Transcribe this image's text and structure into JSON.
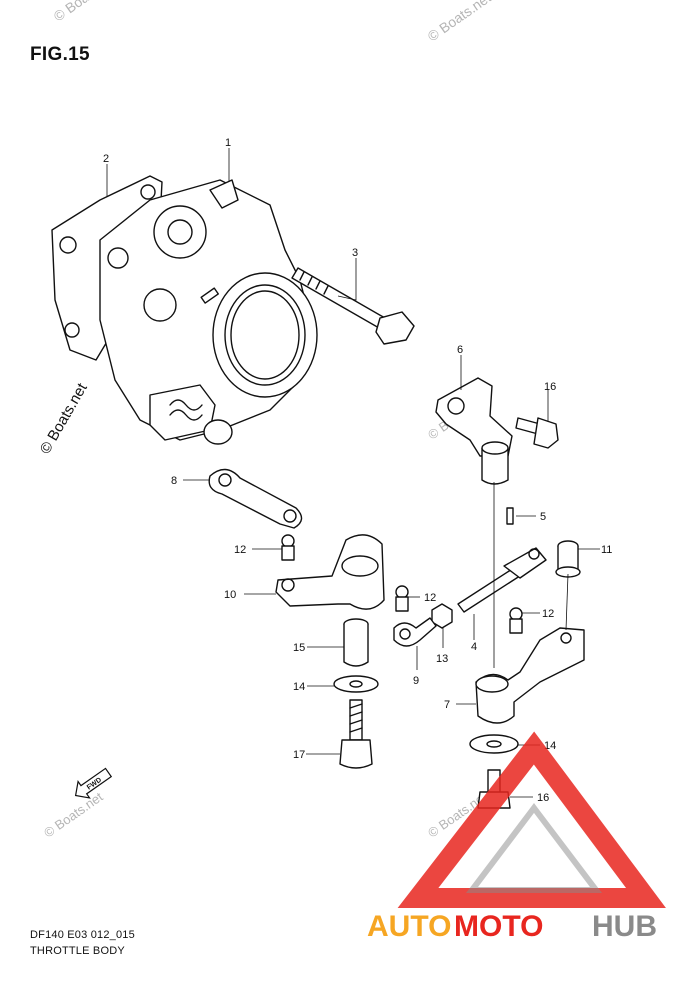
{
  "figure": {
    "title": "FIG.15"
  },
  "footer": {
    "code": "DF140 E03 012_015",
    "name": "THROTTLE BODY"
  },
  "watermark": {
    "text": "© Boats.net"
  },
  "logo": {
    "part1": "AUTO",
    "part2": "MOTO",
    "part3": "HUB"
  },
  "fwd_arrow": {
    "label": "FWD"
  },
  "callouts": [
    "1",
    "2",
    "3",
    "4",
    "5",
    "6",
    "7",
    "8",
    "9",
    "10",
    "11",
    "12",
    "12",
    "12",
    "13",
    "14",
    "14",
    "15",
    "16",
    "16",
    "17"
  ],
  "colors": {
    "logo_red": "#e8261f",
    "logo_orange": "#f6a623",
    "logo_gray": "#8a8a8a"
  }
}
